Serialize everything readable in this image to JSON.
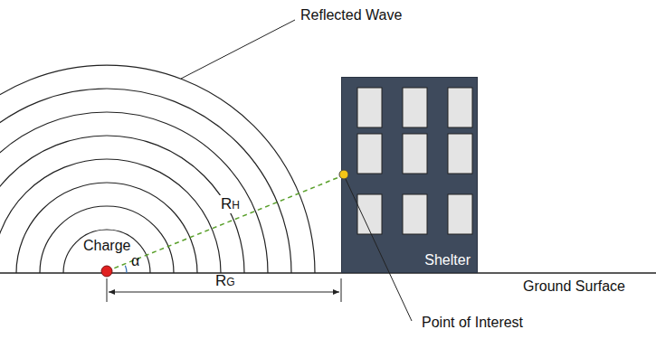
{
  "diagram": {
    "nodes": [
      {
        "text": [
          "Shelter"
        ]
      }
    ],
    "labels": [
      "Reflected Wave",
      "Charge",
      "α",
      "RH",
      "RG",
      "Ground Surface",
      "Point of Interest"
    ]
  }
}
